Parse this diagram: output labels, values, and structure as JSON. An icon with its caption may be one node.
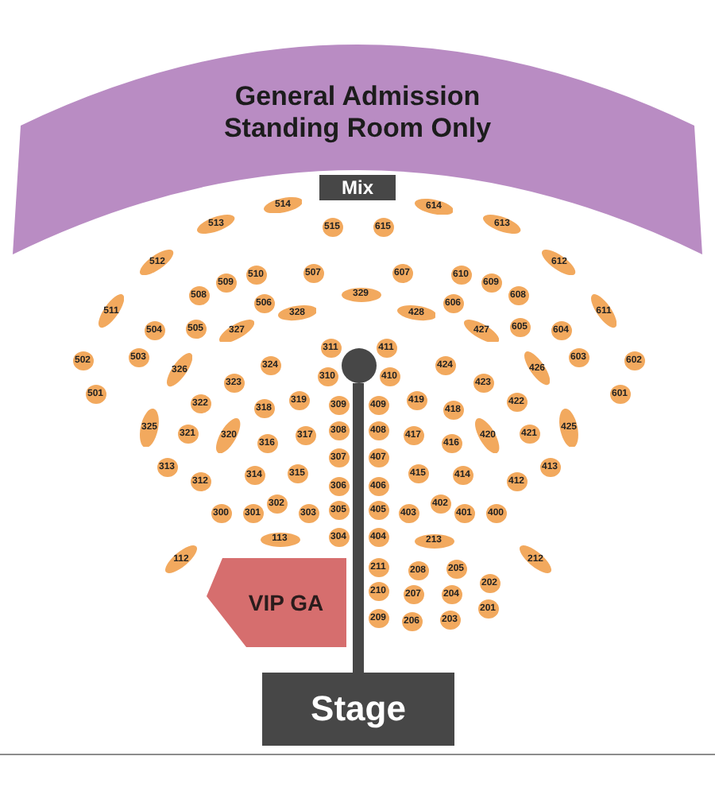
{
  "diagram": {
    "nodes": [
      {
        "text": [
          "General Admission Standing Room Only"
        ]
      },
      {
        "text": [
          "Mix"
        ]
      },
      {
        "text": [
          "514"
        ]
      },
      {
        "text": [
          "614"
        ]
      },
      {
        "text": [
          "513"
        ]
      },
      {
        "text": [
          "515"
        ]
      },
      {
        "text": [
          "615"
        ]
      },
      {
        "text": [
          "613"
        ]
      },
      {
        "text": [
          "512"
        ]
      },
      {
        "text": [
          "612"
        ]
      },
      {
        "text": [
          "509"
        ]
      },
      {
        "text": [
          "510"
        ]
      },
      {
        "text": [
          "507"
        ]
      },
      {
        "text": [
          "607"
        ]
      },
      {
        "text": [
          "610"
        ]
      },
      {
        "text": [
          "609"
        ]
      },
      {
        "text": [
          "511"
        ]
      },
      {
        "text": [
          "508"
        ]
      },
      {
        "text": [
          "506"
        ]
      },
      {
        "text": [
          "328"
        ]
      },
      {
        "text": [
          "329"
        ]
      },
      {
        "text": [
          "428"
        ]
      },
      {
        "text": [
          "606"
        ]
      },
      {
        "text": [
          "608"
        ]
      },
      {
        "text": [
          "611"
        ]
      },
      {
        "text": [
          "504"
        ]
      },
      {
        "text": [
          "505"
        ]
      },
      {
        "text": [
          "327"
        ]
      },
      {
        "text": [
          "427"
        ]
      },
      {
        "text": [
          "605"
        ]
      },
      {
        "text": [
          "604"
        ]
      },
      {
        "text": [
          "311"
        ]
      },
      {
        "text": [
          "411"
        ]
      },
      {
        "text": [
          "502"
        ]
      },
      {
        "text": [
          "503"
        ]
      },
      {
        "text": [
          "326"
        ]
      },
      {
        "text": [
          "323"
        ]
      },
      {
        "text": [
          "324"
        ]
      },
      {
        "text": [
          "310"
        ]
      },
      {
        "text": [
          "410"
        ]
      },
      {
        "text": [
          "424"
        ]
      },
      {
        "text": [
          "423"
        ]
      },
      {
        "text": [
          "426"
        ]
      },
      {
        "text": [
          "603"
        ]
      },
      {
        "text": [
          "602"
        ]
      },
      {
        "text": [
          "501"
        ]
      },
      {
        "text": [
          "322"
        ]
      },
      {
        "text": [
          "318"
        ]
      },
      {
        "text": [
          "319"
        ]
      },
      {
        "text": [
          "309"
        ]
      },
      {
        "text": [
          "409"
        ]
      },
      {
        "text": [
          "419"
        ]
      },
      {
        "text": [
          "418"
        ]
      },
      {
        "text": [
          "422"
        ]
      },
      {
        "text": [
          "601"
        ]
      },
      {
        "text": [
          "325"
        ]
      },
      {
        "text": [
          "321"
        ]
      },
      {
        "text": [
          "320"
        ]
      },
      {
        "text": [
          "316"
        ]
      },
      {
        "text": [
          "317"
        ]
      },
      {
        "text": [
          "308"
        ]
      },
      {
        "text": [
          "408"
        ]
      },
      {
        "text": [
          "417"
        ]
      },
      {
        "text": [
          "416"
        ]
      },
      {
        "text": [
          "420"
        ]
      },
      {
        "text": [
          "421"
        ]
      },
      {
        "text": [
          "425"
        ]
      },
      {
        "text": [
          "307"
        ]
      },
      {
        "text": [
          "407"
        ]
      },
      {
        "text": [
          "313"
        ]
      },
      {
        "text": [
          "312"
        ]
      },
      {
        "text": [
          "314"
        ]
      },
      {
        "text": [
          "315"
        ]
      },
      {
        "text": [
          "306"
        ]
      },
      {
        "text": [
          "406"
        ]
      },
      {
        "text": [
          "415"
        ]
      },
      {
        "text": [
          "414"
        ]
      },
      {
        "text": [
          "412"
        ]
      },
      {
        "text": [
          "413"
        ]
      },
      {
        "text": [
          "300"
        ]
      },
      {
        "text": [
          "301"
        ]
      },
      {
        "text": [
          "302"
        ]
      },
      {
        "text": [
          "303"
        ]
      },
      {
        "text": [
          "305"
        ]
      },
      {
        "text": [
          "405"
        ]
      },
      {
        "text": [
          "403"
        ]
      },
      {
        "text": [
          "402"
        ]
      },
      {
        "text": [
          "401"
        ]
      },
      {
        "text": [
          "400"
        ]
      },
      {
        "text": [
          "113"
        ]
      },
      {
        "text": [
          "304"
        ]
      },
      {
        "text": [
          "404"
        ]
      },
      {
        "text": [
          "213"
        ]
      },
      {
        "text": [
          "112"
        ]
      },
      {
        "text": [
          "VIP GA"
        ]
      },
      {
        "text": [
          "211"
        ]
      },
      {
        "text": [
          "208"
        ]
      },
      {
        "text": [
          "205"
        ]
      },
      {
        "text": [
          "212"
        ]
      },
      {
        "text": [
          "210"
        ]
      },
      {
        "text": [
          "207"
        ]
      },
      {
        "text": [
          "204"
        ]
      },
      {
        "text": [
          "202"
        ]
      },
      {
        "text": [
          "209"
        ]
      },
      {
        "text": [
          "206"
        ]
      },
      {
        "text": [
          "203"
        ]
      },
      {
        "text": [
          "201"
        ]
      },
      {
        "text": [],
        "shape": "circle"
      },
      {
        "text": [],
        "shape": "bar"
      },
      {
        "text": [
          "Stage"
        ]
      }
    ]
  }
}
